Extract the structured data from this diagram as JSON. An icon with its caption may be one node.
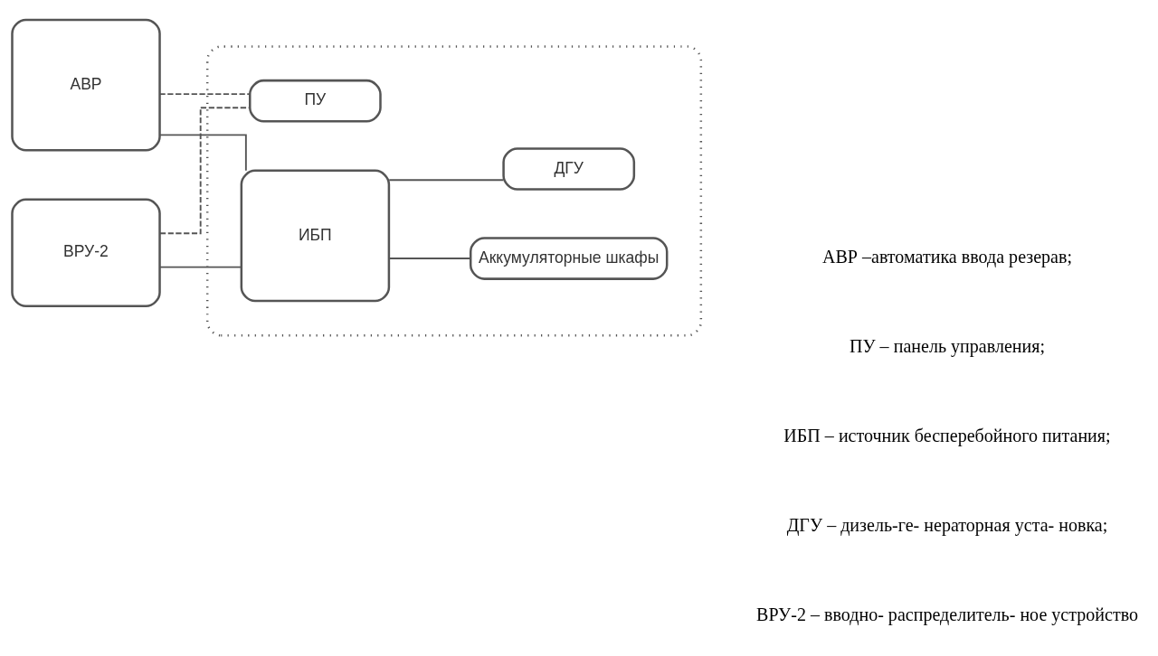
{
  "diagram": {
    "nodes": [
      {
        "text": [],
        "shape": "box"
      },
      {
        "text": [
          "ПУ"
        ],
        "in": 0
      },
      {
        "text": [
          "Аккумуляторные шкафы"
        ],
        "in": 0
      },
      {
        "text": [
          "АВР"
        ]
      },
      {
        "text": [
          "ИБП"
        ],
        "in": 0
      },
      {
        "text": [
          "ДГУ"
        ],
        "in": 0
      },
      {
        "text": [
          "ВРУ-2"
        ]
      }
    ],
    "edges": [
      {
        "from": 3,
        "to": 1,
        "arrow": "none",
        "style": "dashed"
      },
      {
        "from": 6,
        "to": 1,
        "arrow": "none",
        "style": "dashed"
      },
      {
        "from": 3,
        "to": 4,
        "arrow": "none"
      },
      {
        "from": 4,
        "to": 2,
        "arrow": "none"
      },
      {
        "from": 4,
        "to": 5,
        "arrow": "none"
      },
      {
        "from": 6,
        "to": 4,
        "arrow": "none"
      }
    ],
    "labels": [
      "АВР –автоматика ввода резерав;",
      "ПУ – панель управления;",
      "ИБП – источник бесперебойного питания;",
      "ДГУ – дизель-ге- нераторная уста- новка;",
      "ВРУ-2 – вводно- распределитель- ное устройство"
    ]
  }
}
